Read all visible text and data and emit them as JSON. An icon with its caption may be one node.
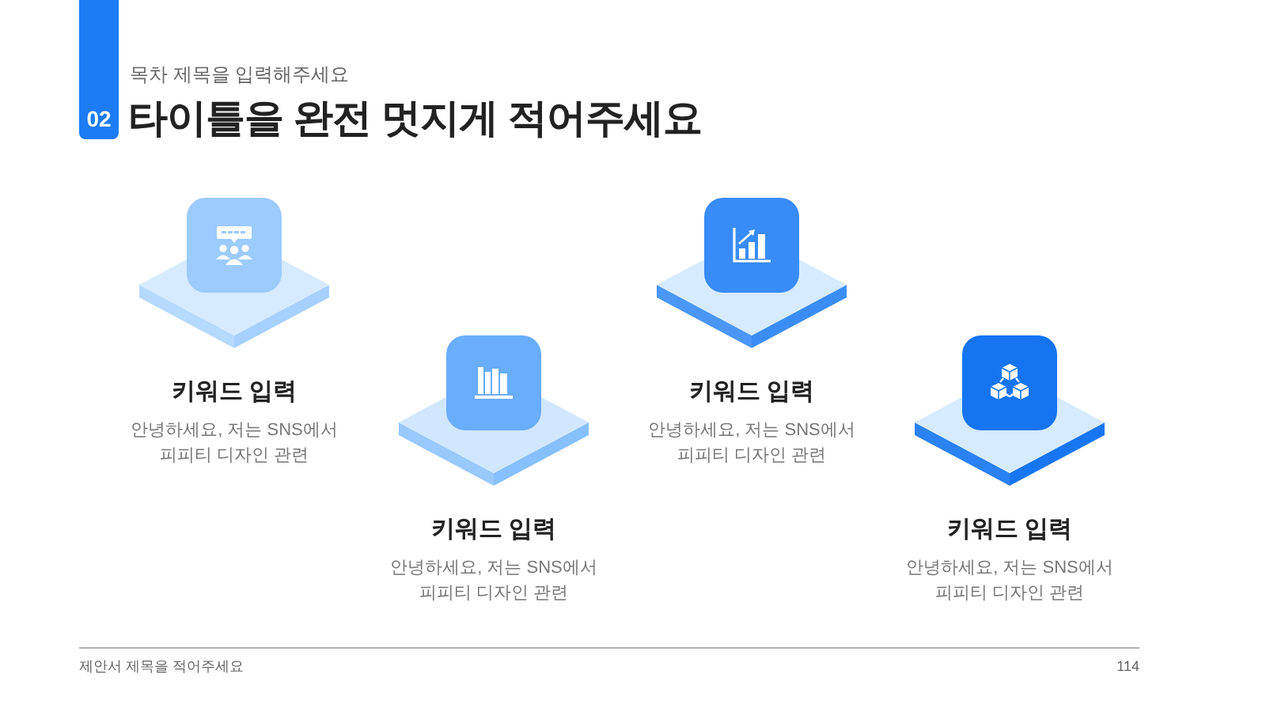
{
  "diagram": {
    "title": "타이틀을 완전 멋지게 적어주세요",
    "nodes": [
      {
        "text": [
          "키워드 입력",
          "안녕하세요, 저는 SNS에서 피피티 디자인 관련"
        ]
      },
      {
        "text": [
          "키워드 입력",
          "안녕하세요, 저는 SNS에서 피피티 디자인 관련"
        ]
      },
      {
        "text": [
          "키워드 입력",
          "안녕하세요, 저는 SNS에서 피피티 디자인 관련"
        ]
      },
      {
        "text": [
          "키워드 입력",
          "안녕하세요, 저는 SNS에서 피피티 디자인 관련"
        ]
      }
    ],
    "labels": [
      "목차 제목을 입력해주세요",
      "02",
      "제안서 제목을 적어주세요",
      "114"
    ]
  }
}
